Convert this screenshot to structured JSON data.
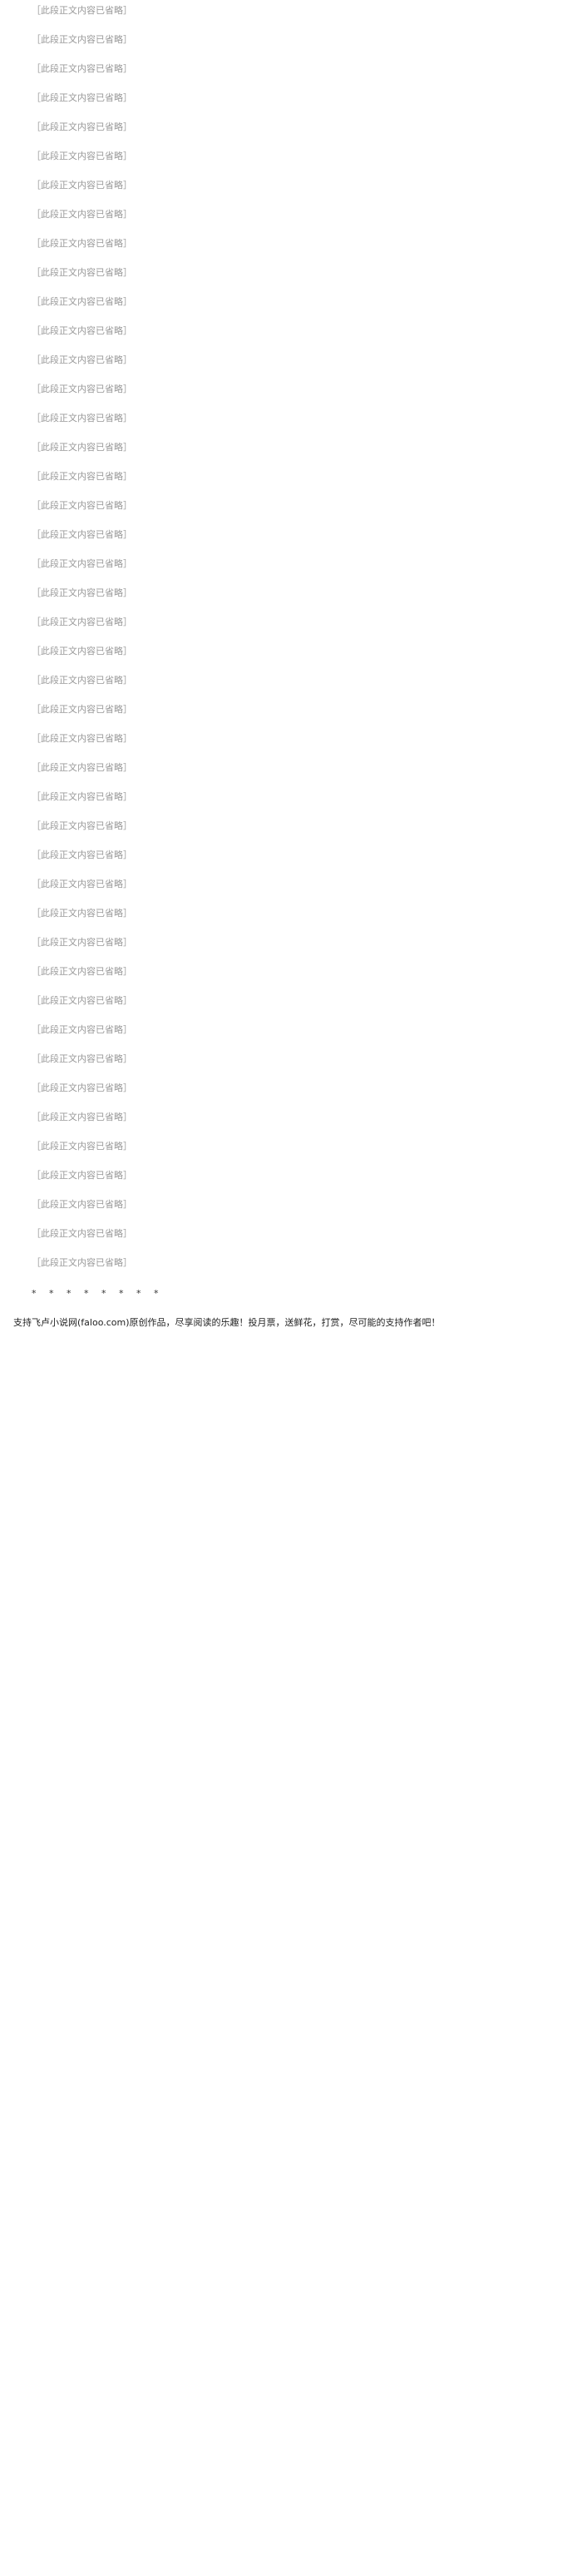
{
  "document": {
    "placeholder": "［此段正文内容已省略］",
    "paragraph_count": 44,
    "separator": "* * * * * * * *",
    "footer": "支持飞卢小说网(faloo.com)原创作品，尽享阅读的乐趣！投月票，送鲜花，打赏，尽可能的支持作者吧！"
  }
}
